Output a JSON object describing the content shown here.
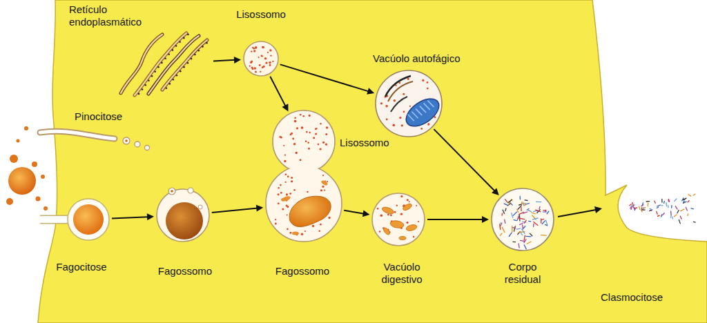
{
  "diagram": {
    "nodes": [
      {
        "text": [
          "Retículo endoplasmático"
        ]
      },
      {
        "text": [
          "Lisossomo"
        ]
      },
      {
        "text": [
          "Vacúolo autofágico"
        ]
      },
      {
        "text": [
          "Fagocitose"
        ]
      },
      {
        "text": [
          "Fagossomo"
        ]
      },
      {
        "text": [
          "Lisossomo",
          "Fagossomo"
        ]
      },
      {
        "text": [
          "Vacúolo digestivo"
        ]
      },
      {
        "text": [
          "Corpo residual"
        ]
      }
    ],
    "edges": [
      {
        "from": 0,
        "to": 1,
        "arrow": "to"
      },
      {
        "from": 1,
        "to": 2,
        "arrow": "to"
      },
      {
        "from": 1,
        "to": 5,
        "arrow": "to"
      },
      {
        "from": 3,
        "to": 4,
        "arrow": "to"
      },
      {
        "from": 4,
        "to": 5,
        "arrow": "to"
      },
      {
        "from": 5,
        "to": 6,
        "arrow": "to"
      },
      {
        "from": 6,
        "to": 7,
        "arrow": "to"
      },
      {
        "from": 2,
        "to": 7,
        "arrow": "to"
      }
    ],
    "labels": [
      "Pinocitose",
      "Clasmocitose"
    ]
  }
}
